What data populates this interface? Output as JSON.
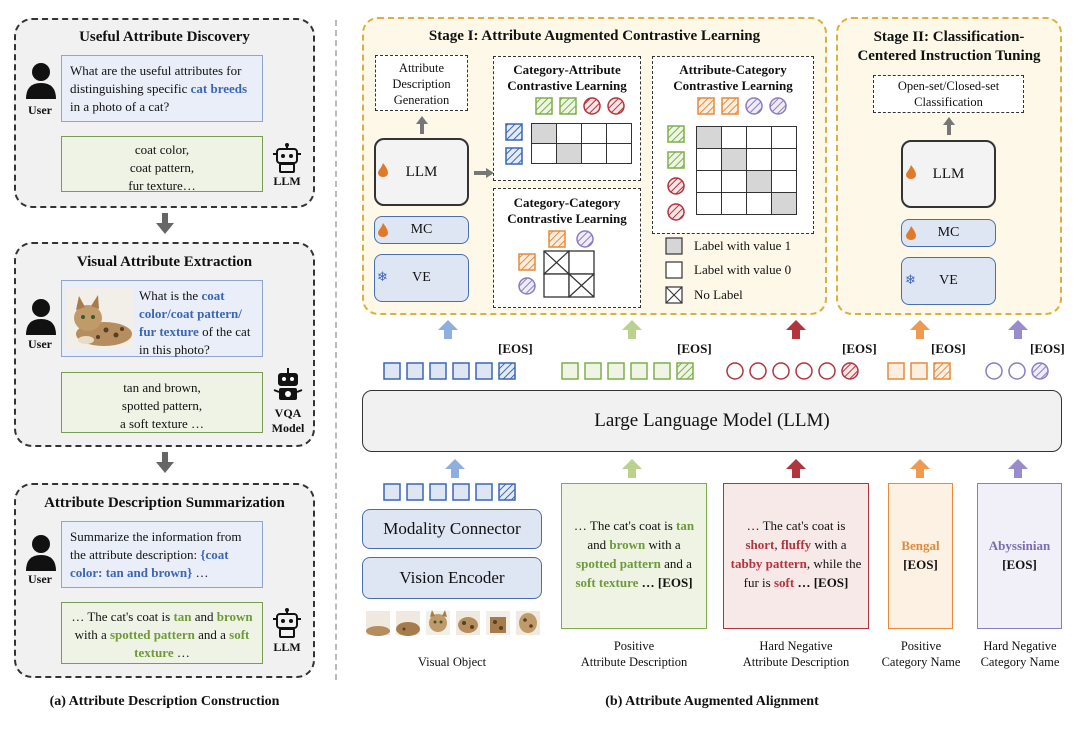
{
  "left": {
    "discovery": {
      "title": "Useful Attribute Discovery",
      "user_label": "User",
      "question_pre": "What are the useful attributes for distinguishing specific ",
      "question_hl": "cat breeds",
      "question_post": " in a photo of a cat?",
      "answer": [
        "coat color,",
        "coat pattern,",
        "fur texture…"
      ],
      "llm_label": "LLM"
    },
    "extraction": {
      "title": "Visual Attribute Extraction",
      "user_label": "User",
      "question_pre": "What is the ",
      "question_hl": "coat color/coat pattern/ fur texture",
      "question_post": " of the cat in this photo?",
      "answer": [
        "tan and brown,",
        "spotted pattern,",
        "a soft texture …"
      ],
      "vqa_label_1": "VQA",
      "vqa_label_2": "Model"
    },
    "summarization": {
      "title": "Attribute Description Summarization",
      "user_label": "User",
      "question_pre": "Summarize the information from the attribute description: ",
      "question_hl": "{coat color: tan and brown}",
      "question_post": " …",
      "answer_1": "… The cat's coat is ",
      "answer_tan": "tan",
      "answer_2": " and ",
      "answer_brown": "brown",
      "answer_3": " with a ",
      "answer_spotted": "spotted pattern",
      "answer_4": " and a ",
      "answer_soft": "soft texture",
      "answer_5": " …",
      "llm_label": "LLM"
    },
    "caption": "(a) Attribute Description Construction"
  },
  "stage1": {
    "title": "Stage I: Attribute Augmented Contrastive Learning",
    "attr_gen": [
      "Attribute",
      "Description",
      "Generation"
    ],
    "llm": "LLM",
    "mc": "MC",
    "ve": "VE",
    "cat_attr_title": [
      "Category-Attribute",
      "Contrastive Learning"
    ],
    "attr_cat_title": [
      "Attribute-Category",
      "Contrastive Learning"
    ],
    "cat_cat_title": [
      "Category-Category",
      "Contrastive Learning"
    ],
    "legend": [
      "Label with value 1",
      "Label with value 0",
      "No Label"
    ]
  },
  "stage2": {
    "title_1": "Stage II: Classification-",
    "title_2": "Centered Instruction Tuning",
    "task": [
      "Open-set/Closed-set",
      "Classification"
    ],
    "llm": "LLM",
    "mc": "MC",
    "ve": "VE"
  },
  "middle": {
    "eos": "[EOS]",
    "llm_bar": "Large Language Model (LLM)",
    "modality_connector": "Modality Connector",
    "vision_encoder": "Vision Encoder",
    "pos_desc": {
      "t1": "… The cat's coat is ",
      "tan": "tan",
      "t2": " and ",
      "brown": "brown",
      "t3": " with a ",
      "spotted": "spotted pattern",
      "t4": " and a ",
      "soft": "soft texture",
      "t5": " … [EOS]"
    },
    "neg_desc": {
      "t1": "… The cat's coat is ",
      "short": "short",
      "t2": ", ",
      "fluffy": "fluffy",
      "t3": " with a ",
      "tabby": "tabby pattern",
      "t4": ", while the fur is ",
      "soft": "soft",
      "t5": " … [EOS]"
    },
    "pos_cat": "Bengal",
    "neg_cat": "Abyssinian",
    "labels": {
      "visual": "Visual Object",
      "pos_attr": [
        "Positive",
        "Attribute Description"
      ],
      "neg_attr": [
        "Hard Negative",
        "Attribute Description"
      ],
      "pos_cat": [
        "Positive",
        "Category Name"
      ],
      "neg_cat": [
        "Hard Negative",
        "Category Name"
      ]
    },
    "caption": "(b) Attribute Augmented Alignment"
  },
  "colors": {
    "blue": "#3a66b5",
    "green": "#7eae4a",
    "red": "#b2343c",
    "orange": "#e88a3a",
    "purple": "#8a7cc0",
    "stage_border": "#d8b23c"
  }
}
